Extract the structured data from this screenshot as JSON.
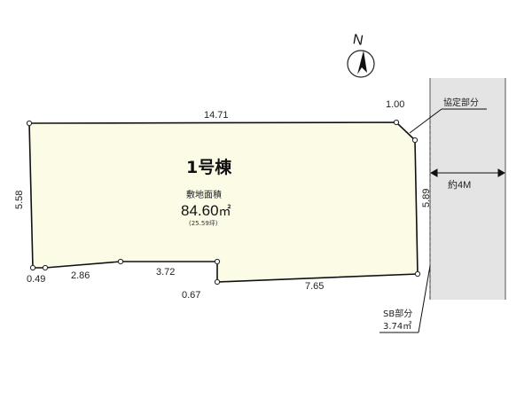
{
  "lot": {
    "title": "1号棟",
    "area_label": "敷地面積",
    "area_value": "84.60",
    "area_unit": "㎡",
    "area_tsubo": "(25.59坪)"
  },
  "compass": {
    "letter": "N"
  },
  "road": {
    "width_label": "約4M"
  },
  "annotations": {
    "agreement_label": "協定部分",
    "sb_label": "SB部分",
    "sb_area": "3.74㎡"
  },
  "dimensions": {
    "top": "14.71",
    "top_right": "1.00",
    "left": "5.58",
    "right": "5.89",
    "bottom_left_small": "0.49",
    "bottom_left": "2.86",
    "bottom_mid": "3.72",
    "bottom_step": "0.67",
    "bottom_right": "7.65"
  },
  "colors": {
    "lot_fill": "#fbfbe6",
    "road_fill": "#e4e4e4",
    "outline": "#111111"
  }
}
